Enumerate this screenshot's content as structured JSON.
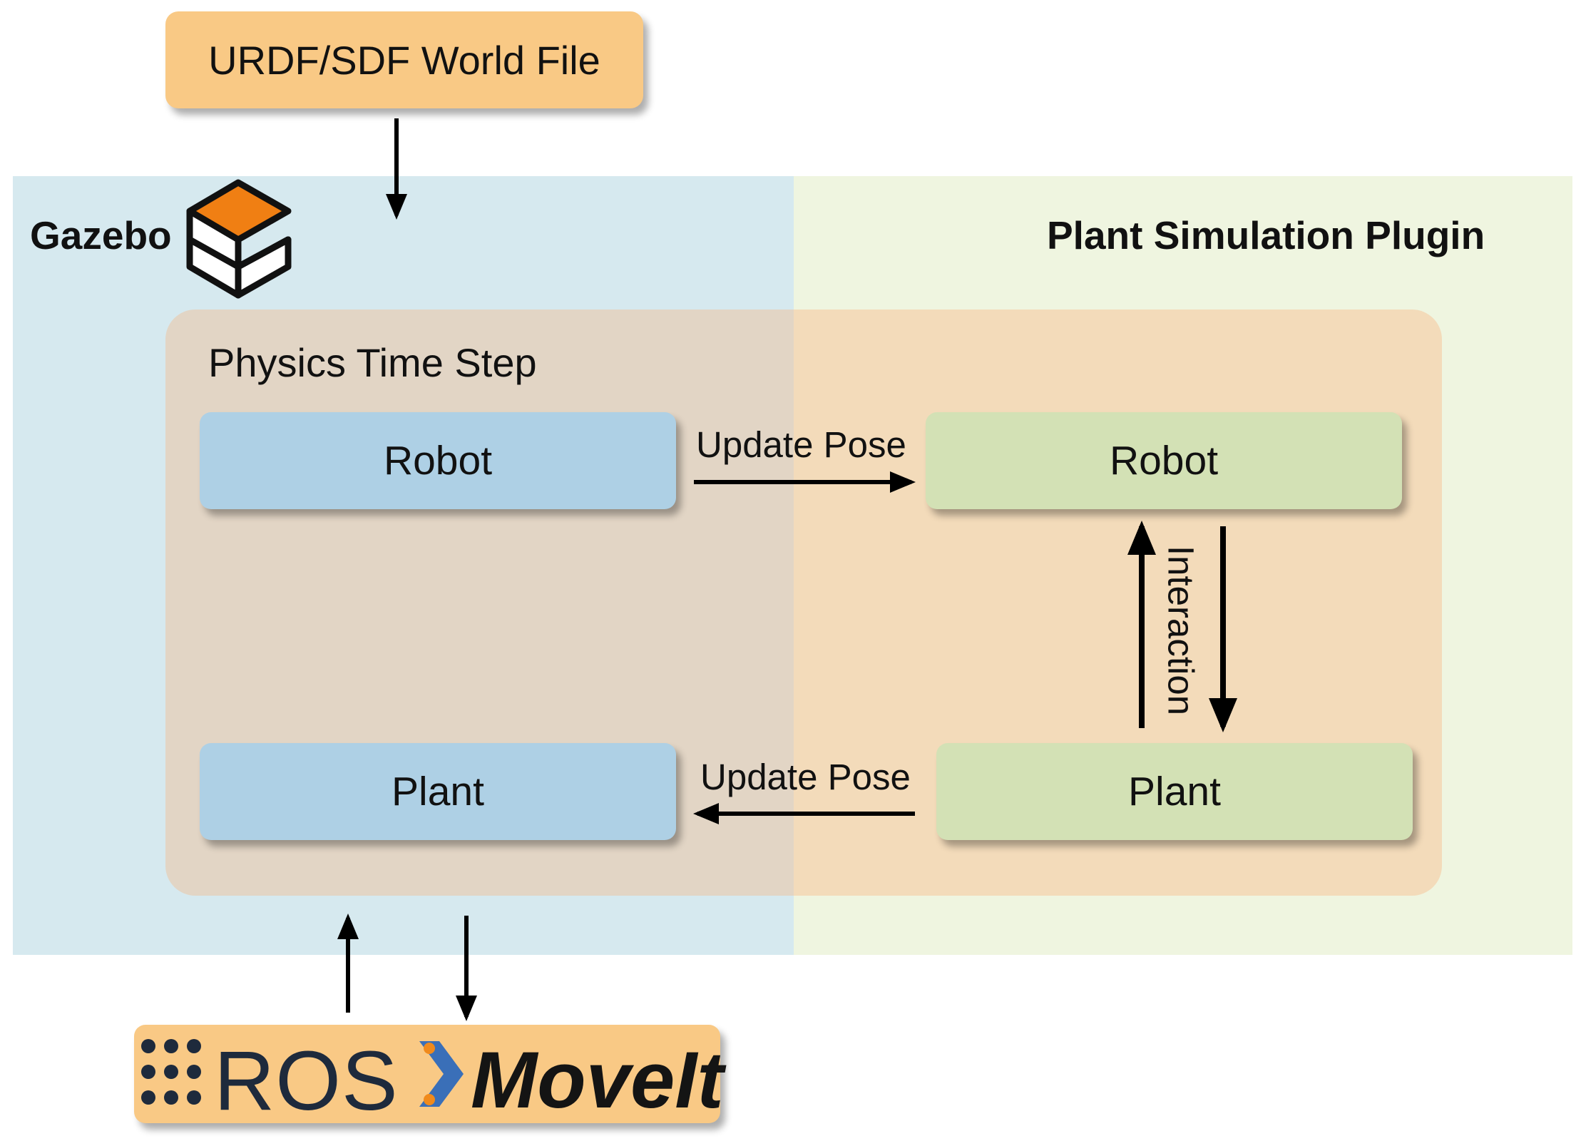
{
  "urdf_box": {
    "label": "URDF/SDF World File"
  },
  "gazebo": {
    "label": "Gazebo",
    "icon": "gazebo-logo-icon"
  },
  "plugin": {
    "label": "Plant Simulation Plugin"
  },
  "physics_step": {
    "title": "Physics Time Step"
  },
  "nodes": {
    "gazebo_robot": "Robot",
    "gazebo_plant": "Plant",
    "plugin_robot": "Robot",
    "plugin_plant": "Plant"
  },
  "edges": {
    "update_pose_top": "Update Pose",
    "update_pose_bottom": "Update Pose",
    "interaction": "Interaction"
  },
  "footer": {
    "ros": "ROS",
    "moveit": "MoveIt",
    "ros_icon": "ros-dots-icon",
    "moveit_icon": "moveit-chevron-icon"
  },
  "colors": {
    "gazebo_region": "#d6e9ef",
    "plugin_region": "#eff5e0",
    "gazebo_node": "#aed0e5",
    "plugin_node": "#d3e1b5",
    "file_box": "#f9c985",
    "gazebo_orange": "#f07f13"
  }
}
